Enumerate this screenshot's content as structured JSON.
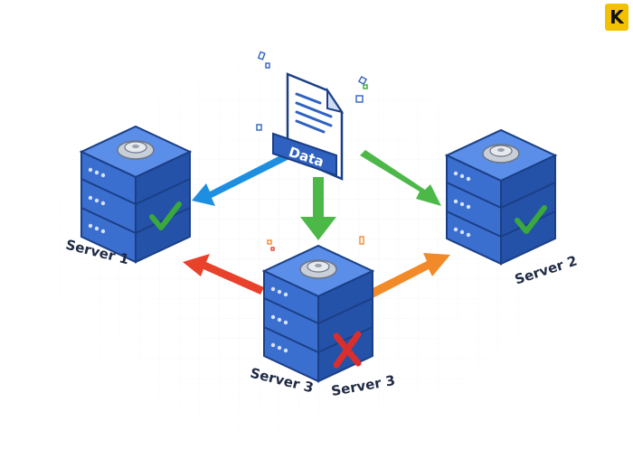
{
  "servers": [
    {
      "label": "Server 1",
      "status": "ok"
    },
    {
      "label": "Server 2",
      "status": "ok"
    },
    {
      "label": "Server 3",
      "status": "failed"
    },
    {
      "label": "Server 3",
      "status": "failed"
    }
  ],
  "document": {
    "label": "Data"
  },
  "logo": {
    "letter": "K"
  },
  "colors": {
    "server_blue": "#2f62c0",
    "arrow_blue": "#1e8fe0",
    "arrow_green": "#4cb848",
    "arrow_red": "#e8412c",
    "arrow_orange": "#f28a2a",
    "check_green": "#3aa83c",
    "cross_red": "#d92e2e"
  }
}
